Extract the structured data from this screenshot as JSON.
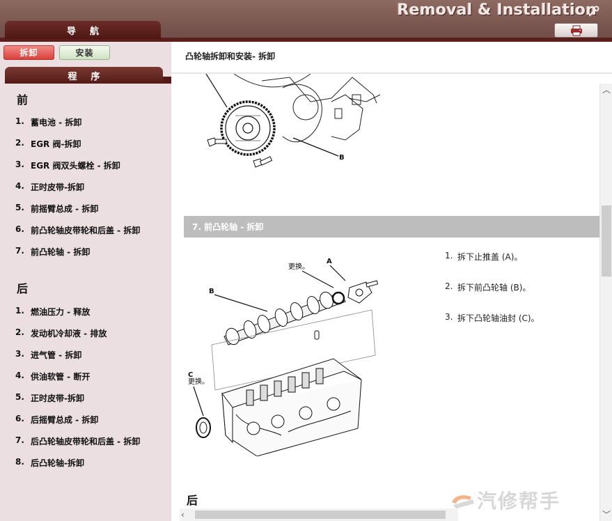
{
  "header": {
    "app_title": "Removal & Installation",
    "nav_label": "导航",
    "print_icon": "printer-icon"
  },
  "sidebar": {
    "remove_btn": "拆卸",
    "install_btn": "安装",
    "procedure_label": "程序",
    "front": {
      "title": "前",
      "steps": [
        {
          "num": "1.",
          "text": "蓄电池 - 拆卸"
        },
        {
          "num": "2.",
          "text": "EGR 阀-拆卸"
        },
        {
          "num": "3.",
          "text": "EGR 阀双头螺栓 - 拆卸"
        },
        {
          "num": "4.",
          "text": "正时皮带-拆卸"
        },
        {
          "num": "5.",
          "text": "前摇臂总成 - 拆卸"
        },
        {
          "num": "6.",
          "text": "前凸轮轴皮带轮和后盖 - 拆卸"
        },
        {
          "num": "7.",
          "text": "前凸轮轴 - 拆卸"
        }
      ]
    },
    "rear": {
      "title": "后",
      "steps": [
        {
          "num": "1.",
          "text": "燃油压力 - 释放"
        },
        {
          "num": "2.",
          "text": "发动机冷却液 - 排放"
        },
        {
          "num": "3.",
          "text": "进气管 - 拆卸"
        },
        {
          "num": "4.",
          "text": "供油软管 - 断开"
        },
        {
          "num": "5.",
          "text": "正时皮带-拆卸"
        },
        {
          "num": "6.",
          "text": "后摇臂总成 - 拆卸"
        },
        {
          "num": "7.",
          "text": "后凸轮轴皮带轮和后盖 - 拆卸"
        },
        {
          "num": "8.",
          "text": "后凸轮轴-拆卸"
        }
      ]
    }
  },
  "main": {
    "page_title": "凸轮轴拆卸和安装- 拆卸",
    "figure1": {
      "label_b": "B"
    },
    "step_banner": "7. 前凸轮轴 - 拆卸",
    "figure2": {
      "label_a": "A",
      "label_b": "B",
      "label_c": "C",
      "replace_1": "更换。",
      "replace_2": "更换。"
    },
    "instructions": [
      {
        "num": "1.",
        "text": "拆下止推盖 (A)。"
      },
      {
        "num": "2.",
        "text": "拆下前凸轮轴 (B)。"
      },
      {
        "num": "3.",
        "text": "拆下凸轮轴油封 (C)。"
      }
    ],
    "bottom_title": "后"
  },
  "watermark": {
    "text": "汽修帮手"
  },
  "colors": {
    "header": "#7a5750",
    "accent_dark": "#541a15",
    "sidebar_bg": "#ecdfe2",
    "remove_btn": "#d9423c",
    "banner": "#bdbdbd"
  }
}
